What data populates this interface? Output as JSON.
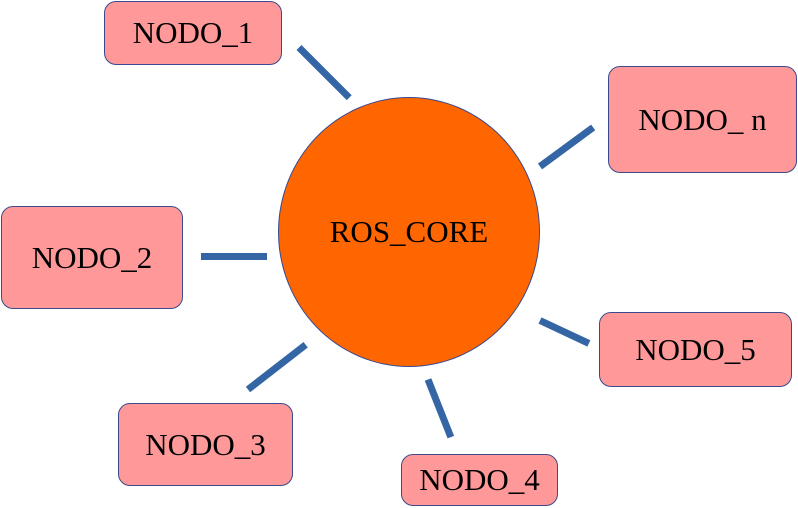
{
  "diagram": {
    "core": {
      "label": "ROS_CORE"
    },
    "nodes": [
      {
        "id": "n1",
        "label": "NODO_1"
      },
      {
        "id": "n2",
        "label": "NODO_2"
      },
      {
        "id": "n3",
        "label": "NODO_3"
      },
      {
        "id": "n4",
        "label": "NODO_4"
      },
      {
        "id": "n5",
        "label": "NODO_5"
      },
      {
        "id": "nn",
        "label": "NODO_ n"
      }
    ]
  },
  "colors": {
    "core_fill": "#ff6600",
    "node_fill": "#ff9999",
    "connector": "#3465a4",
    "outline": "#3a4a8c"
  }
}
